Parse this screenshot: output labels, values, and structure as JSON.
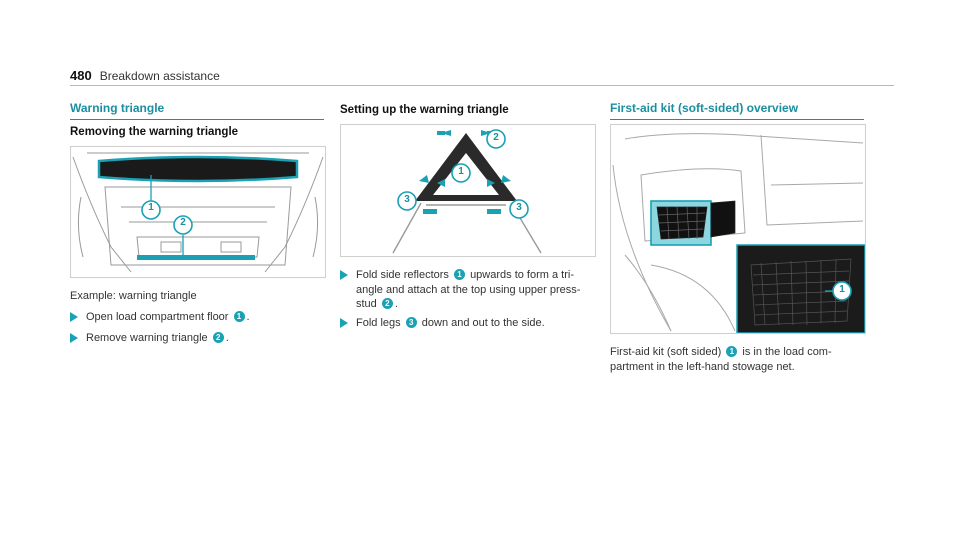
{
  "header": {
    "page_number": "480",
    "title": "Breakdown assistance"
  },
  "col1": {
    "section_title": "Warning triangle",
    "subheading": "Removing the warning triangle",
    "figure_labels": [
      "1",
      "2"
    ],
    "caption": "Example: warning triangle",
    "step1": {
      "before": "Open load compartment floor",
      "badge": "1",
      "after": "."
    },
    "step2": {
      "before": "Remove warning triangle",
      "badge": "2",
      "after": "."
    }
  },
  "col2": {
    "subheading": "Setting up the warning triangle",
    "figure_labels": [
      "1",
      "2",
      "3",
      "3"
    ],
    "step1": {
      "before": "Fold side reflectors",
      "badge1": "1",
      "mid": "upwards to form a tri-angle and attach at the top using upper press-stud",
      "badge2": "2",
      "after": "."
    },
    "step2": {
      "before": "Fold legs",
      "badge": "3",
      "after": "down and out to the side."
    }
  },
  "col3": {
    "section_title": "First-aid kit (soft-sided) overview",
    "figure_labels": [
      "1"
    ],
    "para": {
      "before": "First-aid kit (soft sided)",
      "badge": "1",
      "after": "is in the load com-partment in the left-hand stowage net."
    }
  },
  "colors": {
    "accent": "#1aa1b4",
    "heading": "#1a8fa0"
  },
  "icons": {
    "step_marker": "triangle-arrow-icon"
  }
}
